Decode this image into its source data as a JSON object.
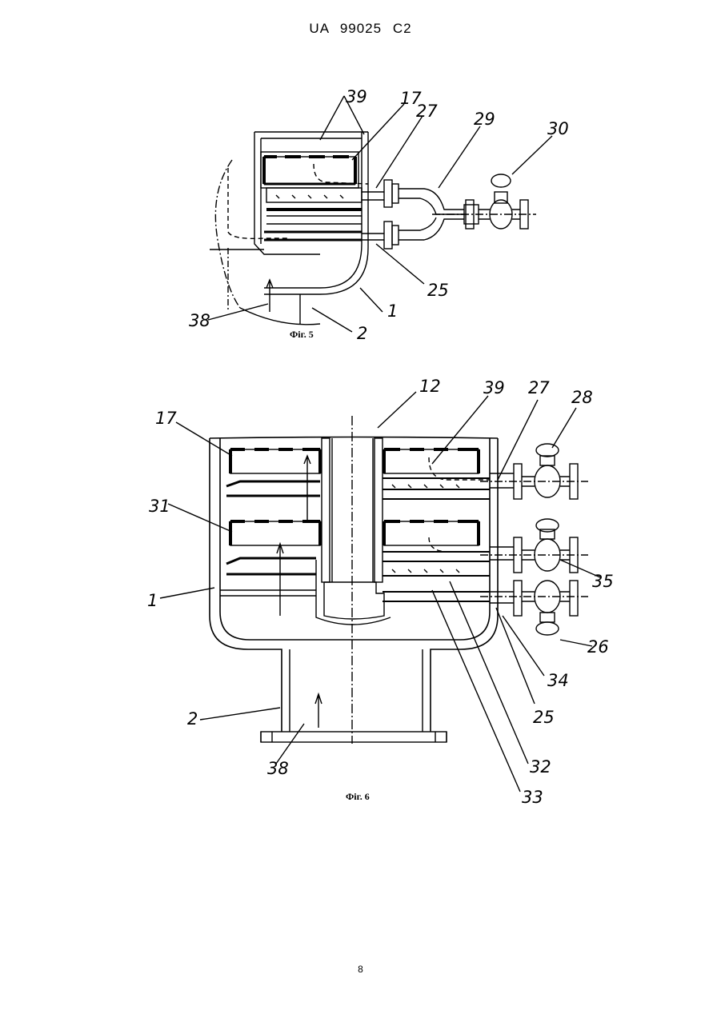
{
  "header": {
    "text": "UA   99025   C2"
  },
  "page_number": "8",
  "fig5": {
    "caption": "Фіг. 5",
    "labels": {
      "l39": "39",
      "l17": "17",
      "l27": "27",
      "l29": "29",
      "l30": "30",
      "l25": "25",
      "l1": "1",
      "l2": "2",
      "l38": "38"
    }
  },
  "fig6": {
    "caption": "Фіг. 6",
    "labels": {
      "l12": "12",
      "l39": "39",
      "l27": "27",
      "l28": "28",
      "l17": "17",
      "l31": "31",
      "l1": "1",
      "l35": "35",
      "l26": "26",
      "l34": "34",
      "l25": "25",
      "l2": "2",
      "l32": "32",
      "l38": "38",
      "l33": "33"
    }
  }
}
